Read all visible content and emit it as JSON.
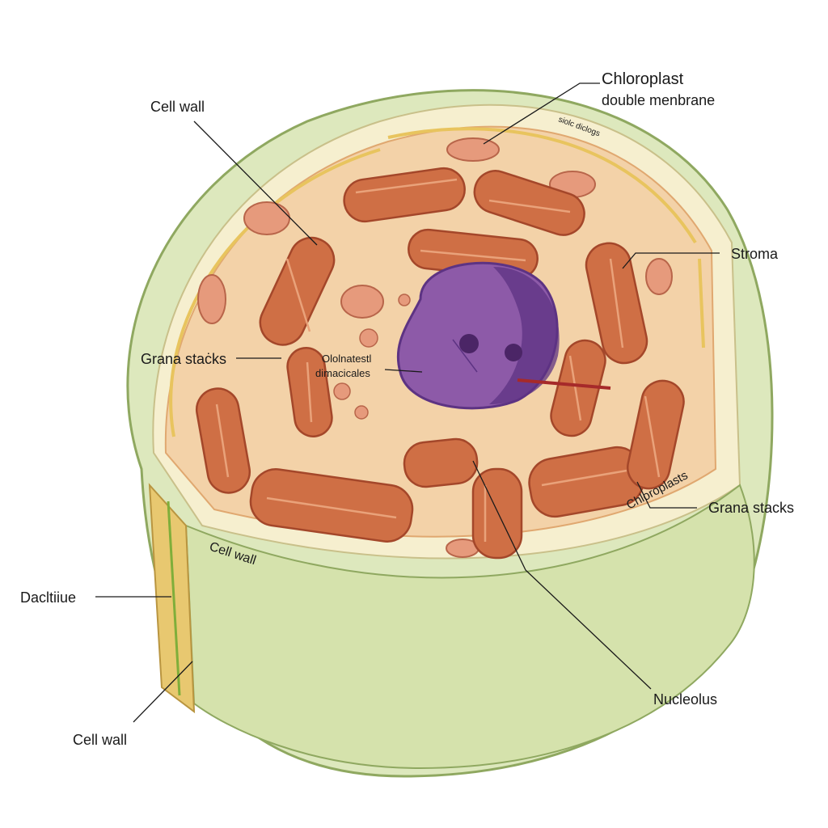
{
  "labels": {
    "chloroplast_line1": "Chloroplast",
    "chloroplast_line2": "double menbrane",
    "cell_wall_top": "Cell wall",
    "stroma": "Stroma",
    "grana_stacks_left": "Grana staċks",
    "center_line1": "Ololnatestl",
    "center_line2": "dimacicales",
    "chloroplasts_rim": "Chloroplasts",
    "grana_stacks_right": "Grana stacks",
    "cell_wall_cut": "Cell wall",
    "dacltiiue": "Dacltiiue",
    "nucleolus": "Nucleolus",
    "cell_wall_bottom": "Cell wall",
    "membrane_tiny": "siolc diclogs"
  },
  "colors": {
    "cell_wall_green": "#dde8bd",
    "cell_wall_stroke": "#8fa860",
    "cytoplasm": "#f3d2a8",
    "chloroplast_fill": "#cf6f45",
    "chloroplast_stroke": "#a4472a",
    "chloroplast_inner": "#e9a27a",
    "nucleus": "#8d5aa8",
    "nucleus_dark": "#5d3383",
    "vacuole": "#e69a7c",
    "membrane_yellow": "#e8c45e"
  }
}
